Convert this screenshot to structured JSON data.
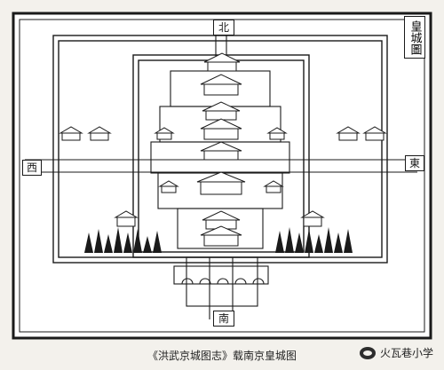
{
  "map": {
    "title": "皇城圖",
    "directions": {
      "north": "北",
      "south": "南",
      "east": "東",
      "west": "西"
    }
  },
  "caption": "《洪武京城图志》载南京皇城图",
  "watermark": {
    "text": "火瓦巷小学",
    "icon": "wechat-logo-icon"
  },
  "colors": {
    "ink": "#1a1a1a",
    "paper": "#f3f1ec",
    "panel": "#ffffff"
  }
}
